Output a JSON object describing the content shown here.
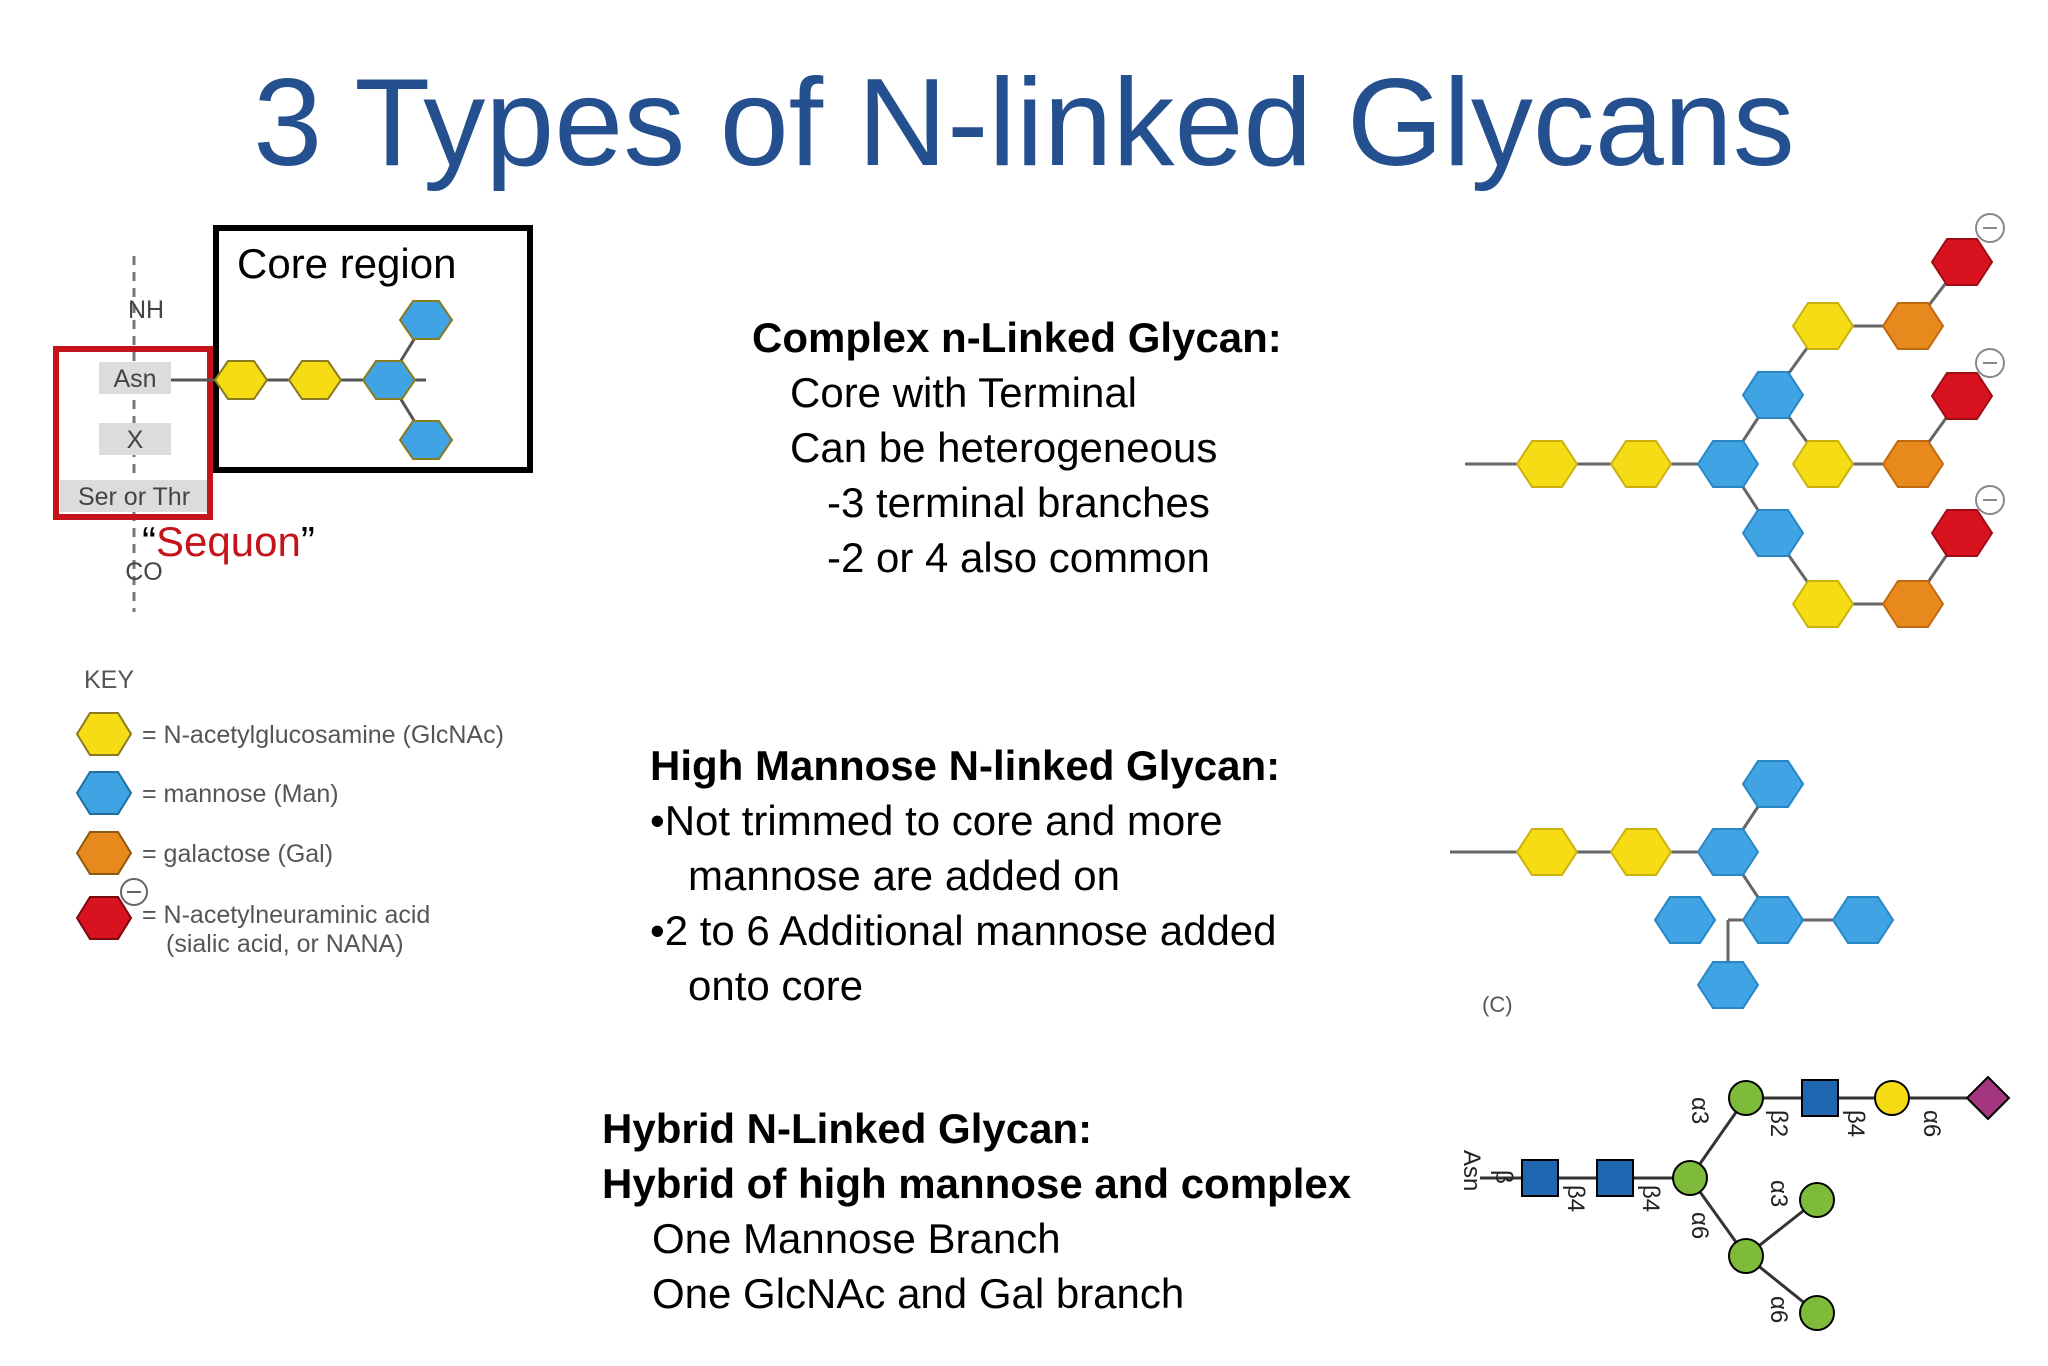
{
  "title": "3 Types of N-linked Glycans",
  "colors": {
    "title": "#24508f",
    "glcnac": "#f5dc14",
    "mannose": "#3fa3e4",
    "galactose": "#e8891e",
    "sialic": "#d8131f",
    "sequon_box": "#c4131a",
    "snfg_glcnac": "#2166b0",
    "snfg_mannose": "#7fbb3a",
    "snfg_sialic": "#a3347e",
    "snfg_gal": "#f5dc14"
  },
  "core_diagram": {
    "nh": "NH",
    "asn": "Asn",
    "x": "X",
    "ser_thr": "Ser or Thr",
    "co": "CO",
    "core_label": "Core region",
    "sequon_open": "“",
    "sequon_word": "Sequon",
    "sequon_close": "”"
  },
  "key": {
    "heading": "KEY",
    "items": [
      {
        "icon": "yellow-hexagon-icon",
        "text": "= N-acetylglucosamine (GlcNAc)"
      },
      {
        "icon": "blue-hexagon-icon",
        "text": "= mannose (Man)"
      },
      {
        "icon": "orange-hexagon-icon",
        "text": "= galactose (Gal)"
      },
      {
        "icon": "red-hexagon-icon",
        "text_line1": "= N-acetylneuraminic acid",
        "text_line2": "(sialic acid, or NANA)"
      }
    ]
  },
  "complex": {
    "heading": "Complex n-Linked Glycan:",
    "lines": [
      "Core with Terminal",
      "Can be heterogeneous",
      "-3 terminal branches",
      "-2 or 4 also common"
    ]
  },
  "high_mannose": {
    "heading": "High Mannose N-linked Glycan:",
    "lines": [
      "•Not trimmed to core and more",
      "mannose are added on",
      "•2 to 6 Additional mannose added",
      "onto core"
    ],
    "fig_label": "(C)"
  },
  "hybrid": {
    "heading1": "Hybrid N-Linked Glycan:",
    "heading2": "Hybrid of high mannose and complex",
    "lines": [
      "One Mannose Branch",
      "One GlcNAc and Gal branch"
    ],
    "linkages": {
      "asn": "Asn",
      "b1": "β",
      "b4a": "β4",
      "b4b": "β4",
      "a3_upper": "α3",
      "a6_lower": "α6",
      "b2": "β2",
      "b4_upper": "β4",
      "a6_terminal": "α6",
      "a3_branch": "α3",
      "a6_branch": "α6"
    }
  }
}
